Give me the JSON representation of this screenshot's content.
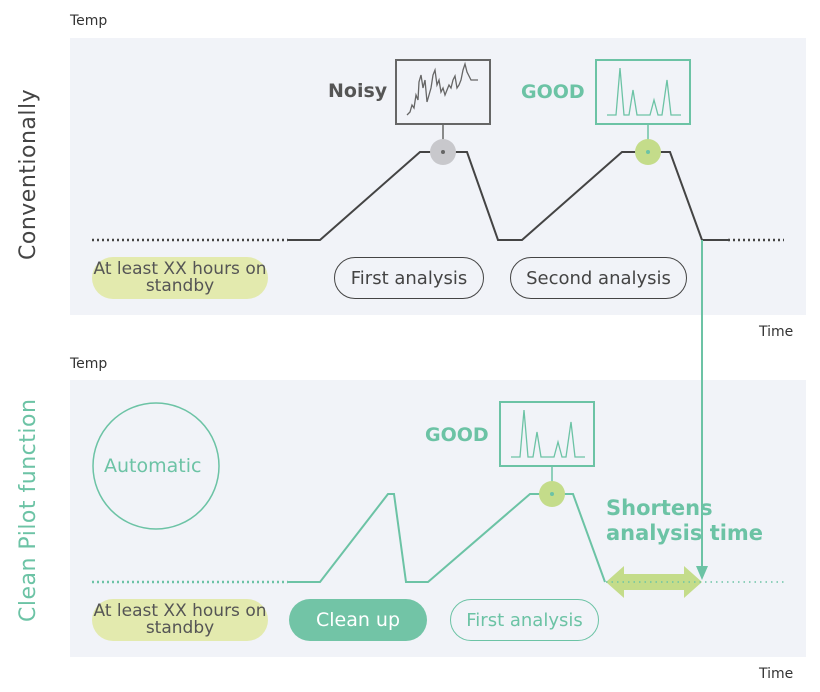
{
  "colors": {
    "dark": "#444444",
    "green": "#6cc3a5",
    "lime": "#c4dc8a",
    "standby_bg": "#e3eaae",
    "panel_bg": "#f1f3f8"
  },
  "top_panel": {
    "side_label": "Conventionally",
    "y_axis_label": "Temp",
    "x_axis_label": "Time",
    "noisy_label": "Noisy",
    "good_label": "GOOD",
    "pills": {
      "standby": "At least XX hours on standby",
      "first": "First analysis",
      "second": "Second analysis"
    }
  },
  "bottom_panel": {
    "side_label": "Clean Pilot function",
    "y_axis_label": "Temp",
    "x_axis_label": "Time",
    "automatic_label": "Automatic",
    "good_label": "GOOD",
    "shortens_label_line1": "Shortens",
    "shortens_label_line2": "analysis time",
    "pills": {
      "standby": "At least XX hours on standby",
      "cleanup": "Clean up",
      "first": "First analysis"
    }
  }
}
